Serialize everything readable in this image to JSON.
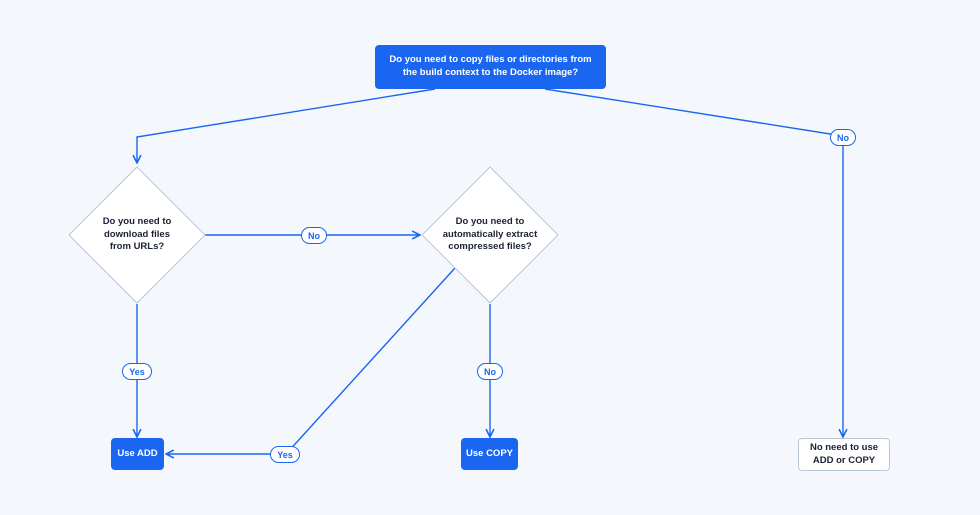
{
  "colors": {
    "accent": "#1a66f0",
    "background": "#f4f8fd",
    "text": "#1b2235",
    "node_border": "#b9c6d6"
  },
  "nodes": {
    "start": "Do you need to copy files or directories from\nthe build context to the Docker image?",
    "download": "Do you need to\ndownload files\nfrom URLs?",
    "extract": "Do you need to\nautomatically extract\ncompressed files?",
    "use_add": "Use ADD",
    "use_copy": "Use COPY",
    "no_need": "No need to use\nADD or COPY"
  },
  "edge_labels": {
    "start_no": "No",
    "download_no": "No",
    "download_yes": "Yes",
    "extract_no": "No",
    "extract_yes": "Yes"
  }
}
